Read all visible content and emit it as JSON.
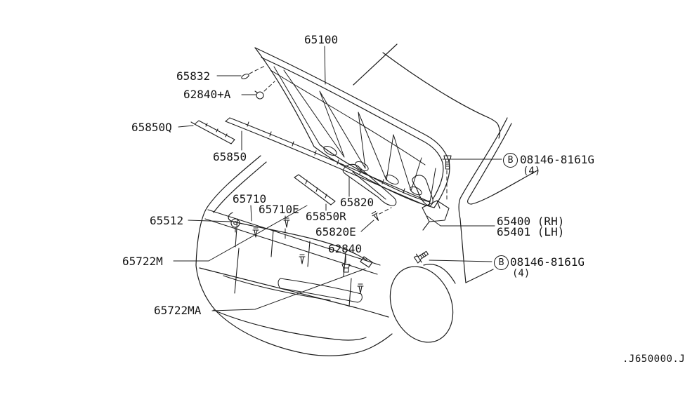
{
  "diagram": {
    "type": "automotive-parts-diagram-hood-panel",
    "drawing_code": ".J650000.J",
    "labels": [
      {
        "part": "65100"
      },
      {
        "part": "65832"
      },
      {
        "part": "62840+A"
      },
      {
        "part": "65850Q"
      },
      {
        "part": "65850"
      },
      {
        "part": "65710"
      },
      {
        "part": "65710E"
      },
      {
        "part": "65512"
      },
      {
        "part": "65722M"
      },
      {
        "part": "65722MA"
      },
      {
        "part": "65820"
      },
      {
        "part": "65850R"
      },
      {
        "part": "65820E"
      },
      {
        "part": "62840"
      },
      {
        "part": "65400 (RH)"
      },
      {
        "part": "65401 (LH)"
      }
    ],
    "fasteners": [
      {
        "symbol": "B",
        "part": "08146-8161G",
        "qty": "(4)"
      },
      {
        "symbol": "B",
        "part": "08146-8161G",
        "qty": "(4)"
      }
    ],
    "colors": {
      "background": "#ffffff",
      "line": "#1c1c1c"
    }
  }
}
